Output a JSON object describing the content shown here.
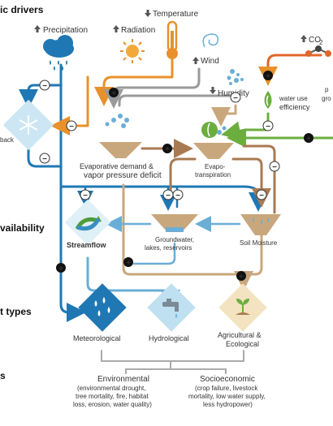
{
  "sections": {
    "drivers": "ic drivers",
    "availability": "vailability",
    "types": "t types",
    "impacts": "s"
  },
  "drivers": {
    "precipitation": "Precipitation",
    "temperature": "Temperature",
    "radiation": "Radiation",
    "wind": "Wind",
    "humidity": "Humidity",
    "co2": "CO",
    "co2_sub": "2"
  },
  "water_use": {
    "line1": "water use",
    "line2": "efficiency",
    "cut1": "p",
    "cut2": "gro"
  },
  "snow": {
    "label": "back"
  },
  "nodes": {
    "evaporative_line1": "Evaporative demand &",
    "evaporative_line2": "vapor pressure deficit",
    "evapo_line1": "Evapo-",
    "evapo_line2": "transpiration",
    "streamflow": "Streamflow",
    "groundwater_line1": "Groundwater,",
    "groundwater_line2": "lakes, reservoirs",
    "soil_moisture": "Soil Moisture"
  },
  "drought_types": {
    "meteorological": "Meteorological",
    "hydrological": "Hydrological",
    "agricultural_line1": "Agricultural &",
    "agricultural_line2": "Ecological"
  },
  "impacts": {
    "environmental": {
      "title": "Environmental",
      "lines": [
        "(environmental drought,",
        "tree mortality, fire, habitat",
        "loss, erosion, water quality)"
      ]
    },
    "socioeconomic": {
      "title": "Socioeconomic",
      "lines": [
        "(crop failure, livestock",
        "mortality, low water supply,",
        "less hydropower)"
      ]
    }
  },
  "signs": {
    "plus": "+",
    "minus": "−"
  },
  "colors": {
    "blue": "#1f78b4",
    "light_blue": "#6aaed6",
    "orange": "#e8912b",
    "gray": "#9a9a9a",
    "green": "#6cae3e",
    "brown": "#a97a52",
    "tan": "#c9a77c",
    "orange_red": "#e0662b"
  }
}
